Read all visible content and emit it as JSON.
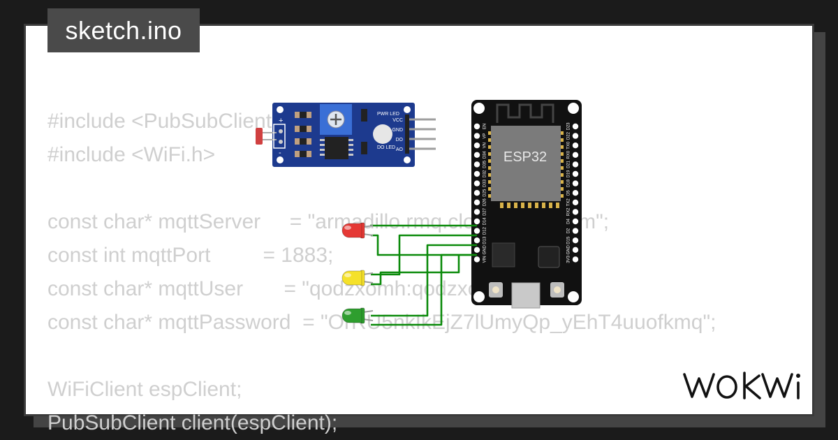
{
  "header": {
    "file_name": "sketch.ino"
  },
  "code_lines": [
    "#include <PubSubClient.h>",
    "#include <WiFi.h>",
    "",
    "const char* mqttServer     = \"armadillo.rmq.cloudamqp.com\";",
    "const int mqttPort         = 1883;",
    "const char* mqttUser       = \"qodzxomh:qodzxomh\";",
    "const char* mqttPassword  = \"OrRU5nkIkEjZ7lUmyQp_yEhT4uuofkmq\";",
    "",
    "WiFiClient espClient;",
    "PubSubClient client(espClient);"
  ],
  "ldr_module": {
    "pin_labels": [
      "VCC",
      "GND",
      "DO",
      "AO"
    ],
    "led_labels": [
      "PWR LED",
      "DO LED"
    ],
    "polarity": [
      "+",
      "-"
    ]
  },
  "esp32": {
    "chip_label": "ESP32",
    "left_pins": [
      "EN",
      "VP",
      "VN",
      "D34",
      "D35",
      "D32",
      "D33",
      "D25",
      "D26",
      "D27",
      "D14",
      "D12",
      "D13",
      "GND",
      "VIN"
    ],
    "right_pins": [
      "D23",
      "D22",
      "TX0",
      "RX0",
      "D21",
      "D19",
      "D18",
      "D5",
      "TX2",
      "RX2",
      "D4",
      "D2",
      "D15",
      "GND",
      "3V3"
    ]
  },
  "leds": [
    {
      "name": "red",
      "color": "#e53935"
    },
    {
      "name": "yellow",
      "color": "#f5e12a"
    },
    {
      "name": "green",
      "color": "#2e9e2e"
    }
  ],
  "wire_color": "#0a8a0a",
  "brand": {
    "logo_text": "WOKWi"
  }
}
